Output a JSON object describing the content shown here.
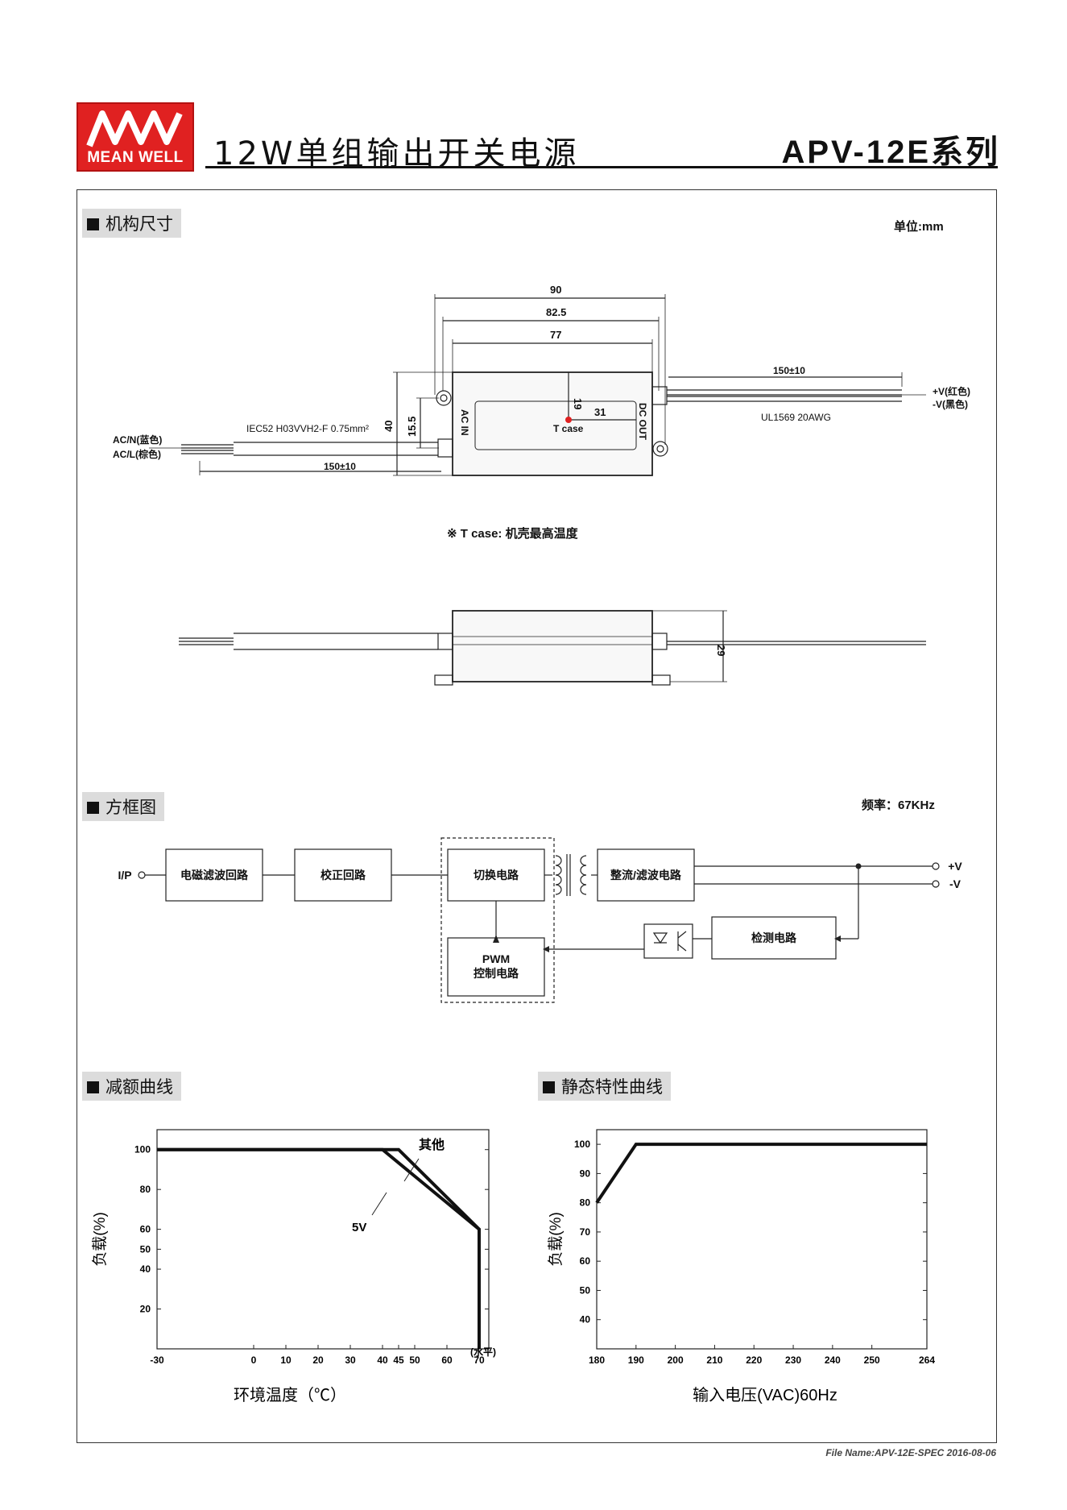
{
  "header": {
    "logo_letters": "MW",
    "logo_text": "MEAN WELL",
    "title": "12W单组输出开关电源",
    "series": "APV-12E系列"
  },
  "mechanical": {
    "section_title": "机构尺寸",
    "unit": "单位:mm",
    "dim_90": "90",
    "dim_82_5": "82.5",
    "dim_77": "77",
    "dim_19": "19",
    "dim_31": "31",
    "dim_40": "40",
    "dim_15_5": "15.5",
    "dim_29": "29",
    "cable_left_len": "150±10",
    "cable_right_len": "150±10",
    "cable_left_spec": "IEC52 H03VVH2-F  0.75mm²",
    "cable_right_spec": "UL1569  20AWG",
    "label_ac_in": "AC IN",
    "label_dc_out": "DC OUT",
    "label_tcase": "T case",
    "label_acn": "AC/N(蓝色)",
    "label_acl": "AC/L(棕色)",
    "label_vplus": "+V(红色)",
    "label_vminus": "-V(黑色)",
    "tcase_note": "※ T case: 机壳最高温度"
  },
  "block_diagram": {
    "section_title": "方框图",
    "freq": "频率：67KHz",
    "ip": "I/P",
    "emi": "电磁滤波回路",
    "pfc": "校正回路",
    "switch": "切换电路",
    "rect": "整流/滤波电路",
    "pwm_line1": "PWM",
    "pwm_line2": "控制电路",
    "detect": "检测电路",
    "out_plus": "+V",
    "out_minus": "-V"
  },
  "derating": {
    "section_title": "减额曲线",
    "xlabel": "环境温度（℃）",
    "ylabel": "负载(%)",
    "x_unit": "(水平)",
    "label_other": "其他",
    "label_5v": "5V"
  },
  "static": {
    "section_title": "静态特性曲线",
    "xlabel": "输入电压(VAC)60Hz",
    "ylabel": "负载(%)"
  },
  "chart_data": [
    {
      "type": "line",
      "title": "",
      "xlabel": "环境温度（℃）",
      "ylabel": "负载(%)",
      "x_ticks": [
        "-30",
        "0",
        "10",
        "20",
        "30",
        "40",
        "45",
        "50",
        "60",
        "70"
      ],
      "y_ticks": [
        "20",
        "40",
        "50",
        "60",
        "80",
        "100"
      ],
      "xlim": [
        -30,
        73
      ],
      "ylim": [
        0,
        110
      ],
      "series": [
        {
          "name": "其他",
          "x": [
            -30,
            45,
            70,
            70
          ],
          "y": [
            100,
            100,
            60,
            0
          ]
        },
        {
          "name": "5V",
          "x": [
            -30,
            40,
            70,
            70
          ],
          "y": [
            100,
            100,
            60,
            0
          ]
        }
      ]
    },
    {
      "type": "line",
      "title": "",
      "xlabel": "输入电压(VAC)60Hz",
      "ylabel": "负载(%)",
      "x_ticks": [
        "180",
        "190",
        "200",
        "210",
        "220",
        "230",
        "240",
        "250",
        "264"
      ],
      "y_ticks": [
        "40",
        "50",
        "60",
        "70",
        "80",
        "90",
        "100"
      ],
      "xlim": [
        180,
        264
      ],
      "ylim": [
        30,
        105
      ],
      "series": [
        {
          "x": [
            180,
            190,
            264
          ],
          "y": [
            80,
            100,
            100
          ]
        }
      ]
    }
  ],
  "footer": "File Name:APV-12E-SPEC   2016-08-06"
}
